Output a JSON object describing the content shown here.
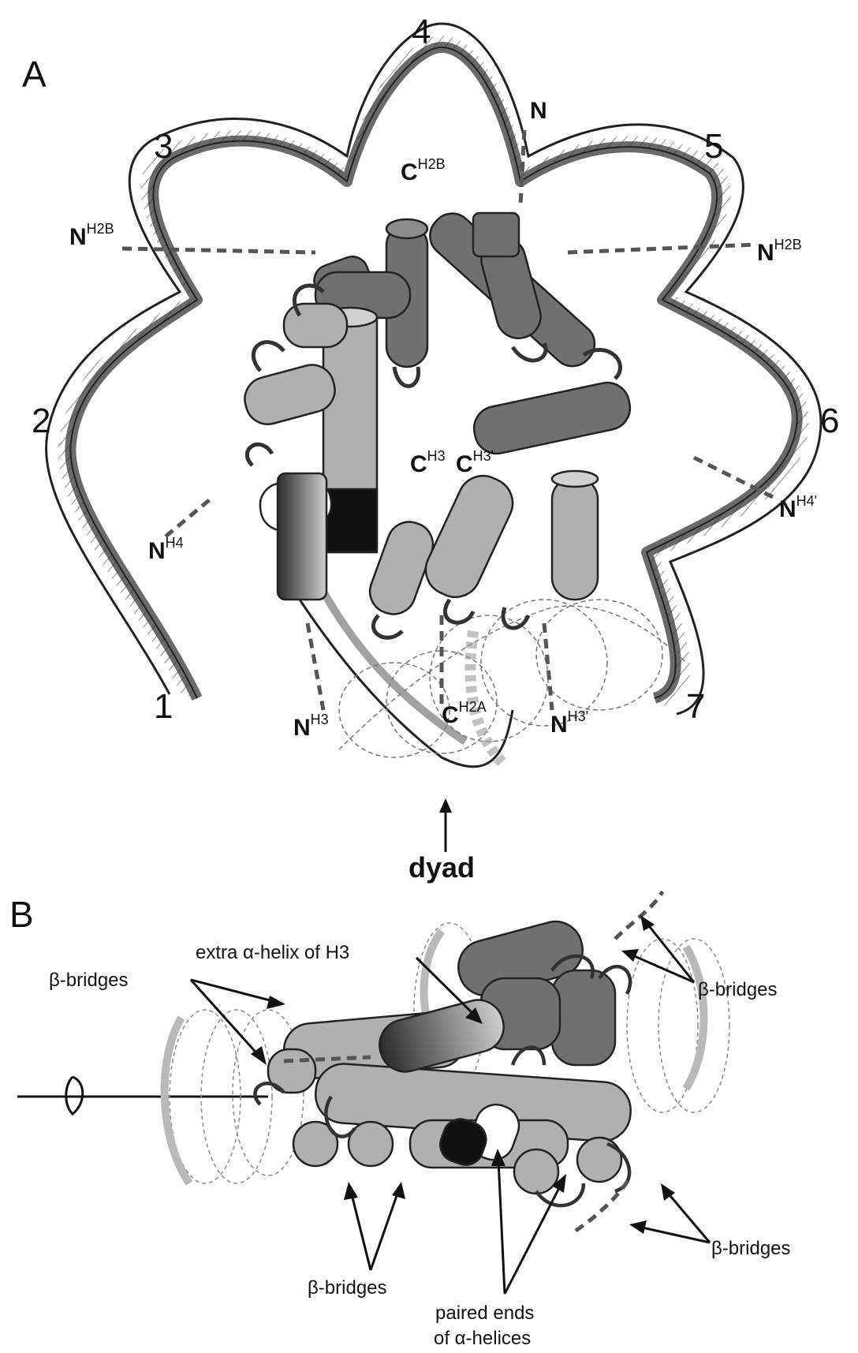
{
  "panel_a": {
    "label": "A",
    "positions": [
      "1",
      "2",
      "3",
      "4",
      "5",
      "6",
      "7"
    ],
    "termini": [
      {
        "letter": "N",
        "sup": "H2B"
      },
      {
        "letter": "N",
        "sup": "H2B"
      },
      {
        "letter": "N",
        "sup": ""
      },
      {
        "letter": "C",
        "sup": "H2B"
      },
      {
        "letter": "C",
        "sup": "H3"
      },
      {
        "letter": "C",
        "sup": "H3'"
      },
      {
        "letter": "N",
        "sup": "H4"
      },
      {
        "letter": "N",
        "sup": "H4'"
      },
      {
        "letter": "N",
        "sup": "H3"
      },
      {
        "letter": "C",
        "sup": "H2A"
      },
      {
        "letter": "N",
        "sup": "H3'"
      }
    ],
    "dyad_label": "dyad"
  },
  "panel_b": {
    "label": "B",
    "extra_helix_label": "extra α-helix of H3",
    "beta_bridges_label": "β-bridges",
    "paired_ends_line1": "paired ends",
    "paired_ends_line2": "of α-helices"
  },
  "colors": {
    "dark_gray": "#6e6e6e",
    "light_gray": "#b4b4b4",
    "outline": "#222222",
    "white": "#ffffff",
    "black": "#111111"
  }
}
